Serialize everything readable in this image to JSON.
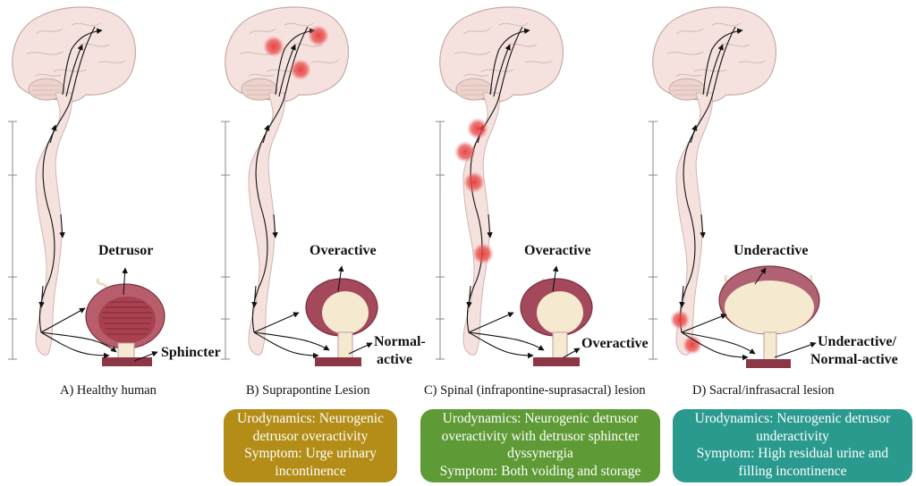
{
  "panels": [
    {
      "id": "A",
      "caption": "A) Healthy human",
      "top_label": "Detrusor",
      "bottom_label": "Sphincter"
    },
    {
      "id": "B",
      "caption": "B) Suprapontine Lesion",
      "top_label": "Overactive",
      "bottom_label_line1": "Normal-",
      "bottom_label_line2": "active",
      "box": {
        "color": "#b38d17",
        "line1": "Urodynamics: Neurogenic",
        "line2": "detrusor overactivity",
        "line3": "Symptom: Urge urinary",
        "line4": "incontinence"
      }
    },
    {
      "id": "C",
      "caption": "C) Spinal (infrapontine-suprasacral) lesion",
      "top_label": "Overactive",
      "bottom_label": "Overactive",
      "box": {
        "color": "#5e9a35",
        "line1": "Urodynamics: Neurogenic detrusor",
        "line2": "overactivity with detrusor sphincter",
        "line3": "dyssynergia",
        "line4": "Symptom: Both voiding and storage"
      }
    },
    {
      "id": "D",
      "caption": "D) Sacral/infrasacral lesion",
      "top_label": "Underactive",
      "bottom_label_line1": "Underactive/",
      "bottom_label_line2": "Normal-active",
      "box": {
        "color": "#2a9a8e",
        "line1": "Urodynamics: Neurogenic detrusor",
        "line2": "underactivity",
        "line3": "Symptom: High residual urine and",
        "line4": "filling incontinence"
      }
    }
  ],
  "colors": {
    "brain": "#f4e1dd",
    "brain_outline": "#c9aaa5",
    "bladder_wall": "#a8475a",
    "bladder_inner": "#f7ecd2",
    "detrusor_muscle": "#b05a66",
    "sphincter": "#8c3543",
    "lesion": "#e23b3b"
  }
}
